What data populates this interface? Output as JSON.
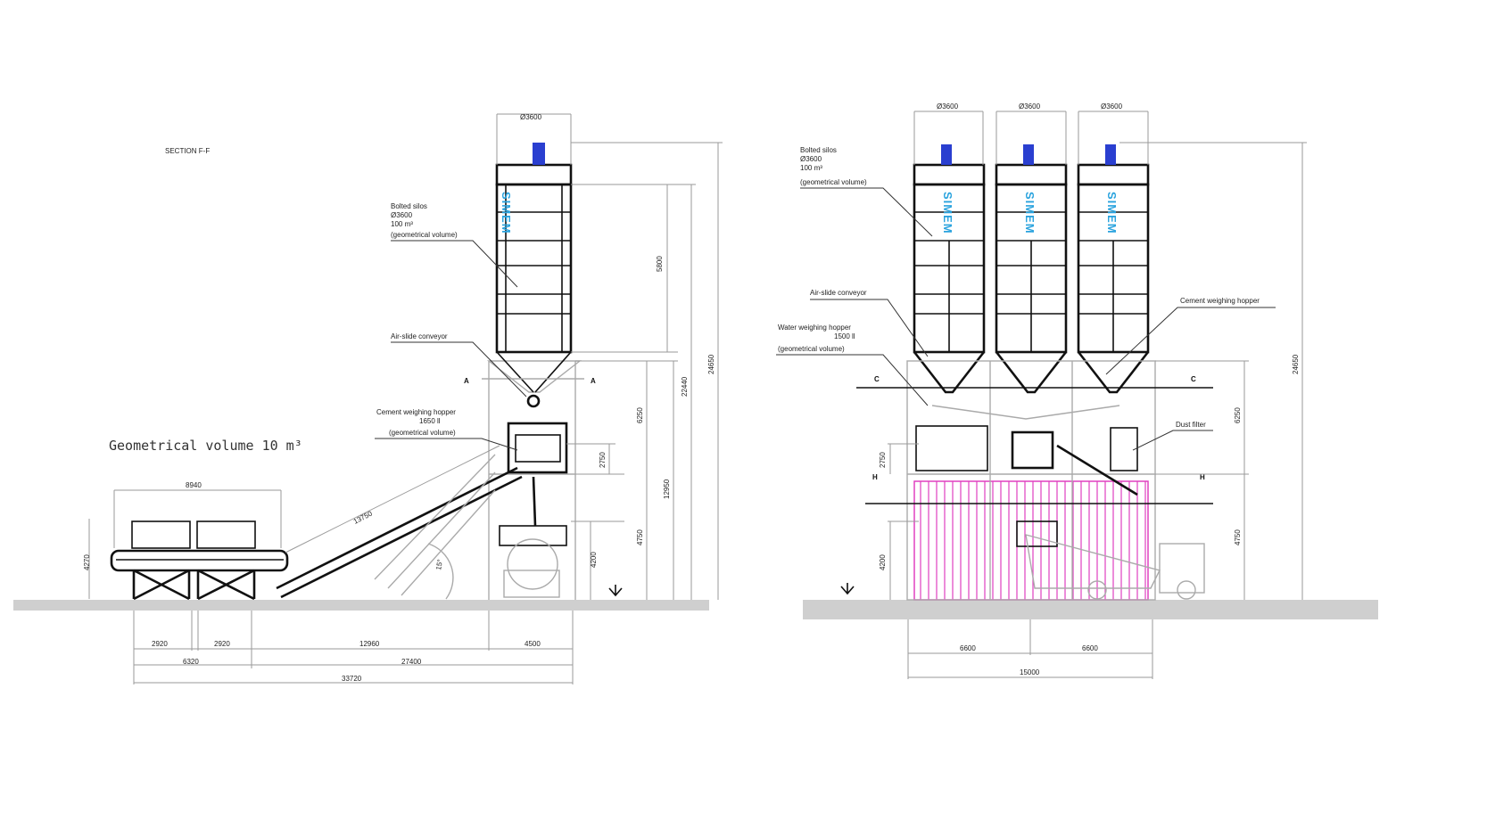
{
  "left_view": {
    "section_title": "SECTION F-F",
    "geometrical_volume": "Geometrical volume 10 m³",
    "silo_label": [
      "Bolted silos",
      "Ø3600",
      "100 m³",
      "(geometrical volume)"
    ],
    "airslide_label": "Air-slide conveyor",
    "cement_hopper_label": [
      "Cement weighing hopper",
      "1650 ll",
      "(geometrical volume)"
    ],
    "section_mark": "A",
    "logo": "SIMEM",
    "dims": {
      "silo_diameter": "Ø3600",
      "silo_height": "5800",
      "total_height": "24650",
      "height_2": "22440",
      "frame_upper": "6250",
      "frame_total": "12950",
      "hopper": "2750",
      "discharge": "4750",
      "truck_clearance": "4200",
      "bins_width": "8940",
      "bins_height": "4270",
      "conveyor_length": "13750",
      "angle": "15°",
      "bin_1": "2920",
      "bin_2": "2920",
      "conveyor_span": "12960",
      "tower_width": "4500",
      "bins_total": "6320",
      "span_total": "27400",
      "overall": "33720"
    }
  },
  "right_view": {
    "silo_label": [
      "Bolted silos",
      "Ø3600",
      "100 m³",
      "(geometrical volume)"
    ],
    "airslide_label": "Air-slide conveyor",
    "water_hopper_label": [
      "Water weighing hopper",
      "1500 ll",
      "(geometrical volume)"
    ],
    "cement_hopper_label": "Cement weighing hopper",
    "dust_filter_label": "Dust filter",
    "section_marks": [
      "C",
      "H"
    ],
    "logo": "SIMEM",
    "dims": {
      "silo_diameter_1": "Ø3600",
      "silo_diameter_2": "Ø3600",
      "silo_diameter_3": "Ø3600",
      "total_height": "24650",
      "frame_upper": "6250",
      "hopper": "2750",
      "discharge": "4750",
      "truck_clearance": "4200",
      "bay_1": "6600",
      "bay_2": "6600",
      "overall": "15000"
    }
  },
  "colors": {
    "logo": "#2aa3de",
    "hatch": "#e040c0",
    "ground": "#c8c8c8",
    "line": "#111111"
  }
}
